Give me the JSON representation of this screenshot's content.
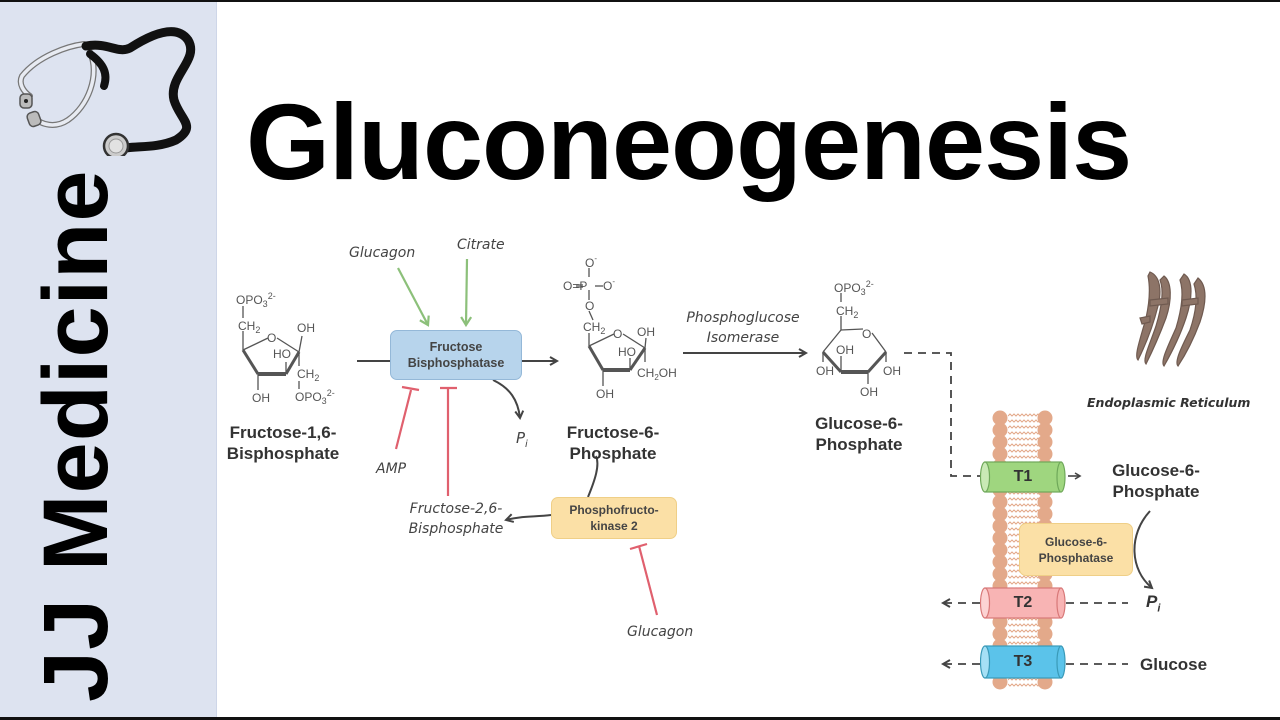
{
  "title": "Gluconeogenesis",
  "brand": {
    "name": "JJ Medicine",
    "logo_icon": "stethoscope-icon",
    "sidebar_color": "#dde3f0"
  },
  "molecules": {
    "f16bp": {
      "name_line1": "Fructose-1,6-",
      "name_line2": "Bisphosphate",
      "groups": [
        "OPO3",
        "2-",
        "CH2",
        "OH",
        "HO",
        "CH2",
        "OH",
        "OPO3",
        "2-",
        "O"
      ]
    },
    "f6p": {
      "name_line1": "Fructose-6-",
      "name_line2": "Phosphate",
      "groups": [
        "O-",
        "O=P",
        "O-",
        "O",
        "CH2",
        "OH",
        "HO",
        "CH2OH",
        "OH",
        "O"
      ]
    },
    "g6p": {
      "name_line1": "Glucose-6-",
      "name_line2": "Phosphate",
      "groups": [
        "OPO3",
        "2-",
        "CH2",
        "O",
        "OH",
        "OH",
        "OH",
        "OH"
      ]
    }
  },
  "enzymes": {
    "fbpase": {
      "line1": "Fructose",
      "line2": "Bisphosphatase",
      "color": "#b7d4ec"
    },
    "pfk2": {
      "line1": "Phosphofructo-",
      "line2": "kinase 2",
      "color": "#fbe0a6"
    },
    "g6pase": {
      "line1": "Glucose-6-",
      "line2": "Phosphatase",
      "color": "#fbe0a6"
    },
    "isomerase": {
      "line1": "Phosphoglucose",
      "line2": "Isomerase"
    }
  },
  "regulators": {
    "activators": [
      "Glucagon",
      "Citrate"
    ],
    "inhibitors": [
      "AMP"
    ],
    "f26bp_line1": "Fructose-2,6-",
    "f26bp_line2": "Bisphosphate",
    "pfk2_inhibitor": "Glucagon",
    "activator_color": "#8cc07a",
    "inhibitor_color": "#e0606e"
  },
  "products": {
    "pi_main": "P",
    "pi_sub": "i"
  },
  "er": {
    "label": "Endoplasmic Reticulum",
    "transporters": [
      {
        "label": "T1",
        "color": "#9fd67f"
      },
      {
        "label": "T2",
        "color": "#f8b4b4"
      },
      {
        "label": "T3",
        "color": "#5bc3ea"
      }
    ],
    "lumen_g6p_line1": "Glucose-6-",
    "lumen_g6p_line2": "Phosphate",
    "pi_main": "P",
    "pi_sub": "i",
    "glucose": "Glucose",
    "membrane_color": "#e3a98a"
  }
}
